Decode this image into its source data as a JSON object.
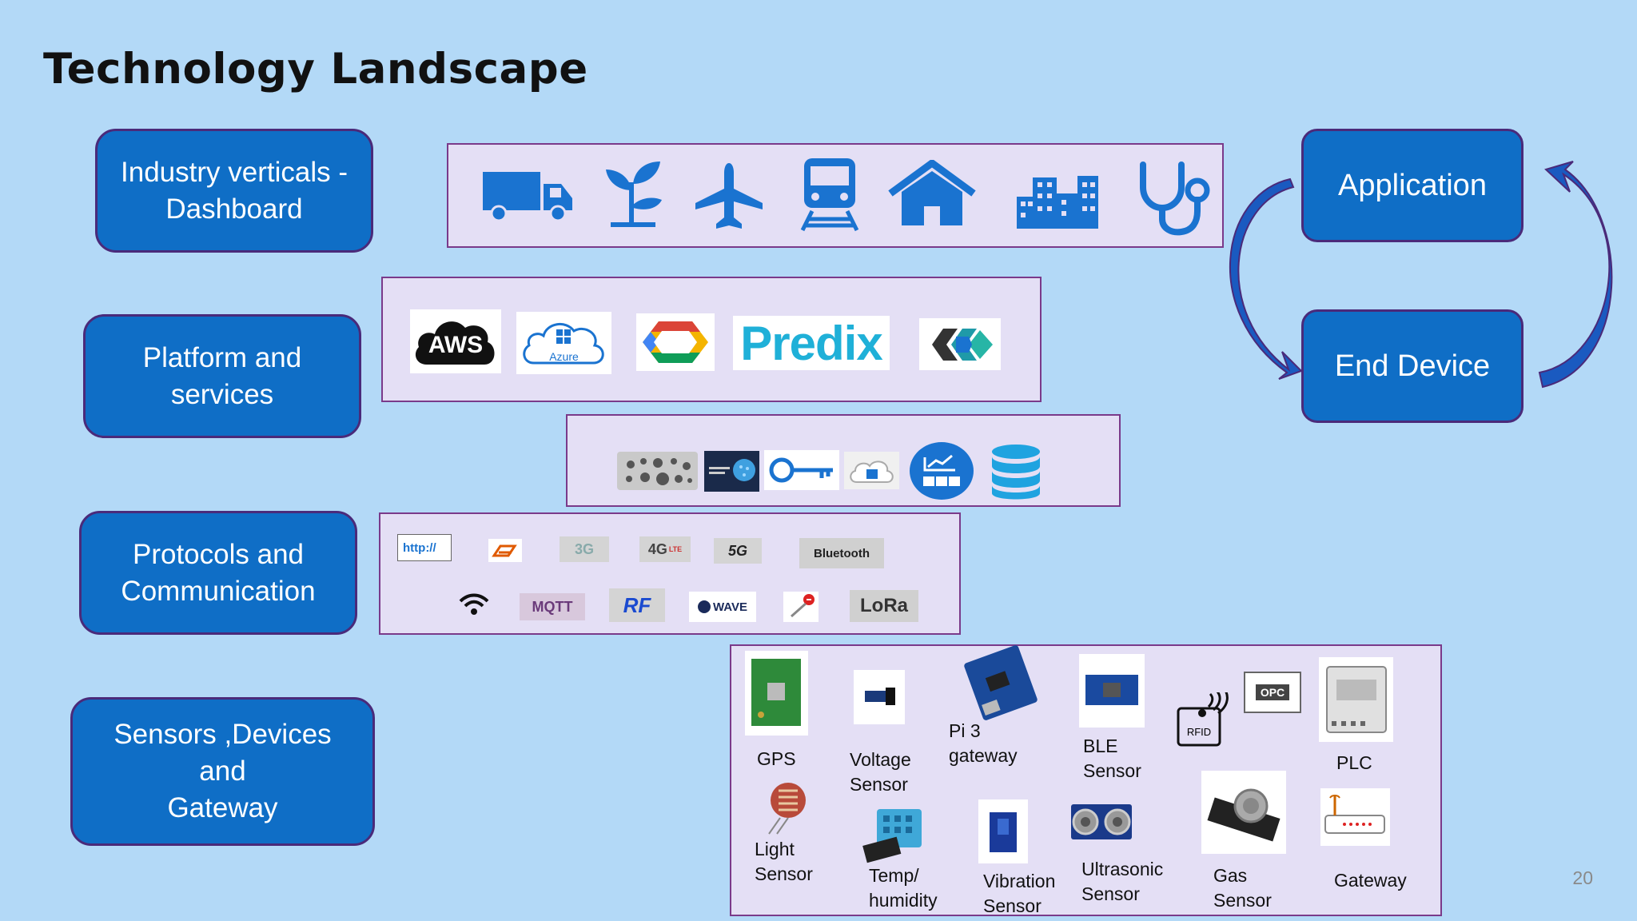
{
  "title": "Technology Landscape",
  "categories": {
    "industry": "Industry verticals -\nDashboard",
    "platform": "Platform and\nservices",
    "protocols": "Protocols and\nCommunication",
    "sensors": "Sensors ,Devices and\nGateway"
  },
  "cycle": {
    "application": "Application",
    "end_device": "End Device"
  },
  "industry_icons": [
    "truck-icon",
    "plant-icon",
    "airplane-icon",
    "train-icon",
    "home-icon",
    "buildings-icon",
    "stethoscope-icon"
  ],
  "platforms": {
    "aws": "AWS",
    "azure": "Azure",
    "predix": "Predix"
  },
  "services_icons": [
    "big-data-icon",
    "machine-learning-icon",
    "key-icon",
    "cloud-chip-icon",
    "analytics-icon",
    "database-icon"
  ],
  "protocols": {
    "http": "http://",
    "g3": "3G",
    "g4": "4G",
    "lte": "LTE",
    "g5": "5G",
    "bluetooth": "Bluetooth",
    "mqtt": "MQTT",
    "rf": "RF",
    "zwave": "WAVE",
    "lora": "LoRa"
  },
  "sensors": {
    "gps": "GPS",
    "voltage": "Voltage\nSensor",
    "pi3": "Pi 3\ngateway",
    "ble": "BLE\nSensor",
    "rfid": "RFID",
    "opc": "OPC",
    "plc": "PLC",
    "light": "Light\nSensor",
    "temp": "Temp/\nhumidity",
    "vibration": "Vibration\nSensor",
    "ultrasonic": "Ultrasonic\nSensor",
    "gas": "Gas\nSensor",
    "gateway": "Gateway"
  },
  "page_number": "20",
  "colors": {
    "background": "#b3d9f7",
    "box": "#0f6ec6",
    "panel": "#e4dff5",
    "icon": "#1a73d0"
  }
}
